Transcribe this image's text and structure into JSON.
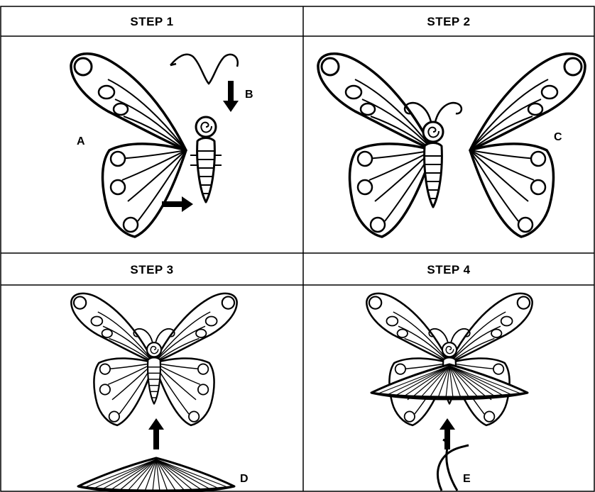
{
  "steps": [
    {
      "title": "STEP 1"
    },
    {
      "title": "STEP 2"
    },
    {
      "title": "STEP 3"
    },
    {
      "title": "STEP 4"
    }
  ],
  "parts": {
    "a": "A",
    "b": "B",
    "c": "C",
    "d": "D",
    "e": "E"
  },
  "colors": {
    "line": "#000000",
    "background": "#ffffff"
  }
}
